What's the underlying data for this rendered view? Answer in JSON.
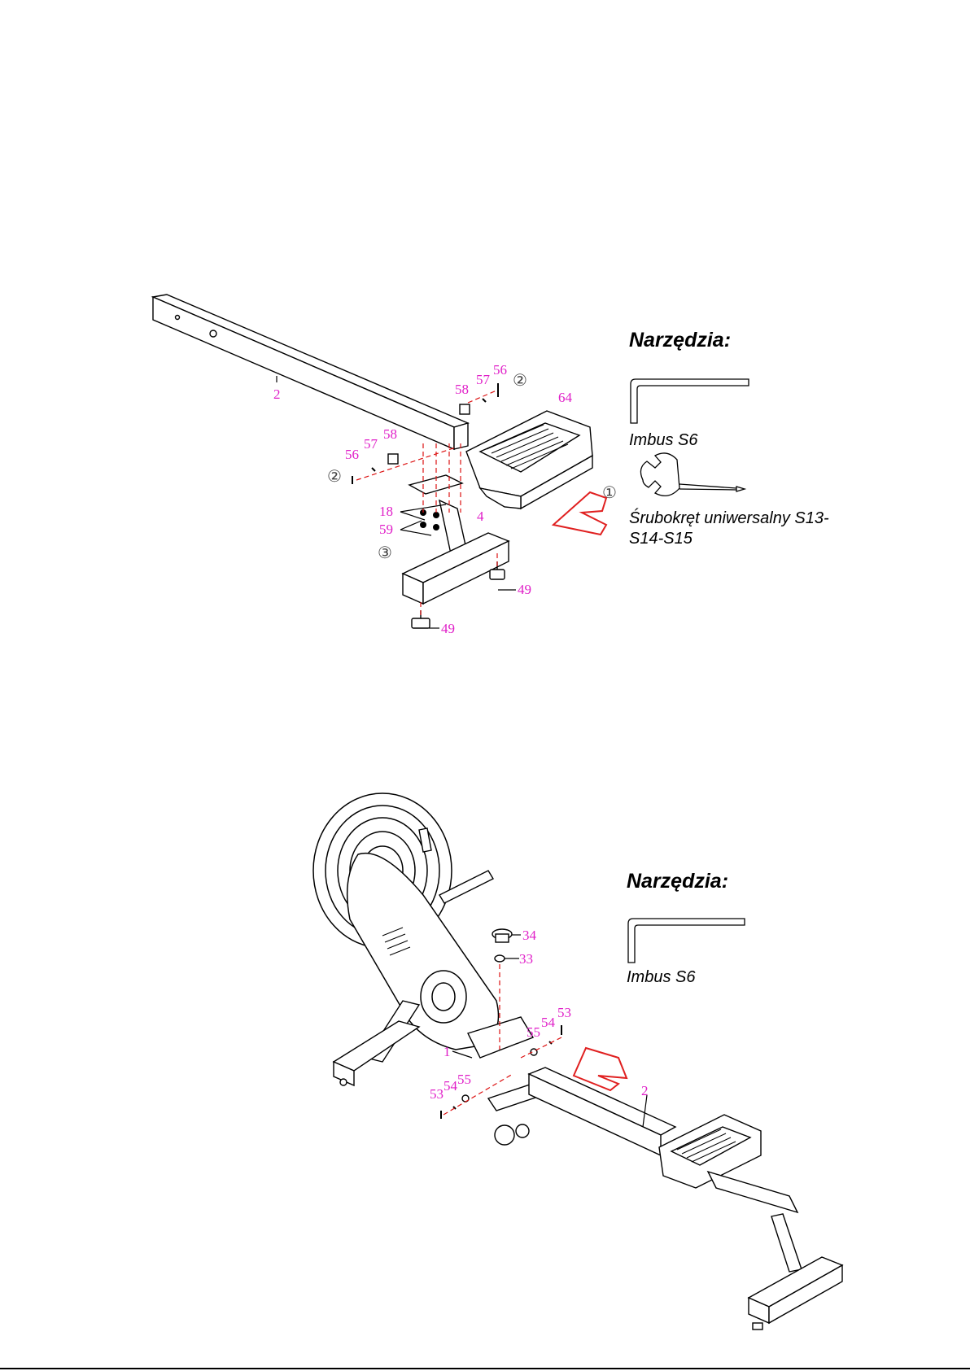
{
  "figure1": {
    "tools": {
      "title": "Narzędzia:",
      "items": [
        {
          "name": "Imbus S6",
          "icon": "allen-key-icon"
        },
        {
          "name": "Śrubokręt uniwersalny S13-S14-S15",
          "line1": "Śrubokręt uniwersalny S13-",
          "line2": "S14-S15",
          "icon": "multi-wrench-icon"
        }
      ]
    },
    "steps": [
      "①",
      "②",
      "③"
    ],
    "callouts": {
      "c2": "2",
      "c4": "4",
      "c18": "18",
      "c59": "59",
      "c64": "64",
      "c56a": "56",
      "c57a": "57",
      "c58a": "58",
      "c56b": "56",
      "c57b": "57",
      "c58b": "58",
      "c49a": "49",
      "c49b": "49"
    }
  },
  "figure2": {
    "tools": {
      "title": "Narzędzia:",
      "items": [
        {
          "name": "Imbus S6",
          "icon": "allen-key-icon"
        }
      ]
    },
    "callouts": {
      "c1": "1",
      "c2": "2",
      "c33": "33",
      "c34": "34",
      "c53a": "53",
      "c54a": "54",
      "c55a": "55",
      "c53b": "53",
      "c54b": "54",
      "c55b": "55"
    }
  },
  "colors": {
    "callout": "#e01fc8",
    "arrow": "#e02020",
    "line": "#000000"
  }
}
